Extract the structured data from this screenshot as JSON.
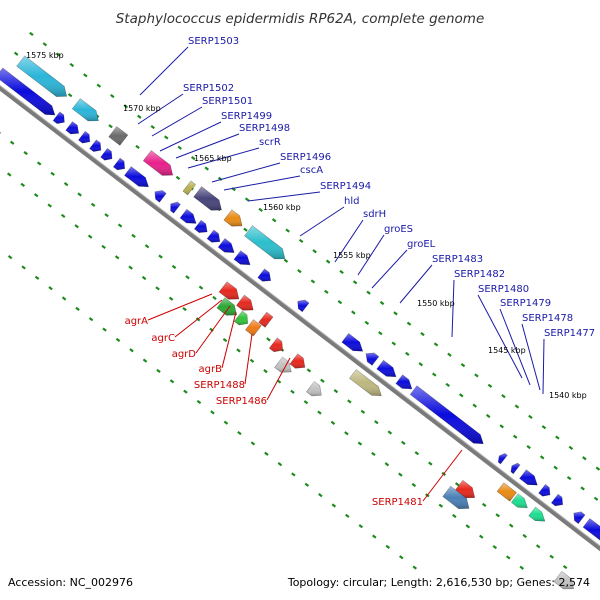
{
  "title": "Staphylococcus epidermidis RP62A, complete genome",
  "footer": {
    "accession": "Accession: NC_002976",
    "summary": "Topology: circular; Length: 2,616,530 bp; Genes: 2,574"
  },
  "colors": {
    "backbone": "#7a7a7a",
    "gene_blue": "#0b0bdc",
    "label_blue": "#1a1aa8",
    "label_red": "#cc0000",
    "tick_green": "#1e8a1e"
  },
  "kbp_ticks": [
    "1575 kbp",
    "1570 kbp",
    "1565 kbp",
    "1560 kbp",
    "1555 kbp",
    "1550 kbp",
    "1545 kbp",
    "1540 kbp"
  ],
  "labels_upper": [
    "SERP1503",
    "SERP1502",
    "SERP1501",
    "SERP1499",
    "SERP1498",
    "scrR",
    "SERP1496",
    "cscA",
    "SERP1494",
    "hld",
    "sdrH",
    "groES",
    "groEL",
    "SERP1483",
    "SERP1482",
    "SERP1480",
    "SERP1479",
    "SERP1478",
    "SERP1477"
  ],
  "labels_lower": [
    "agrA",
    "agrC",
    "agrD",
    "agrB",
    "SERP1488",
    "SERP1486",
    "SERP1481"
  ]
}
